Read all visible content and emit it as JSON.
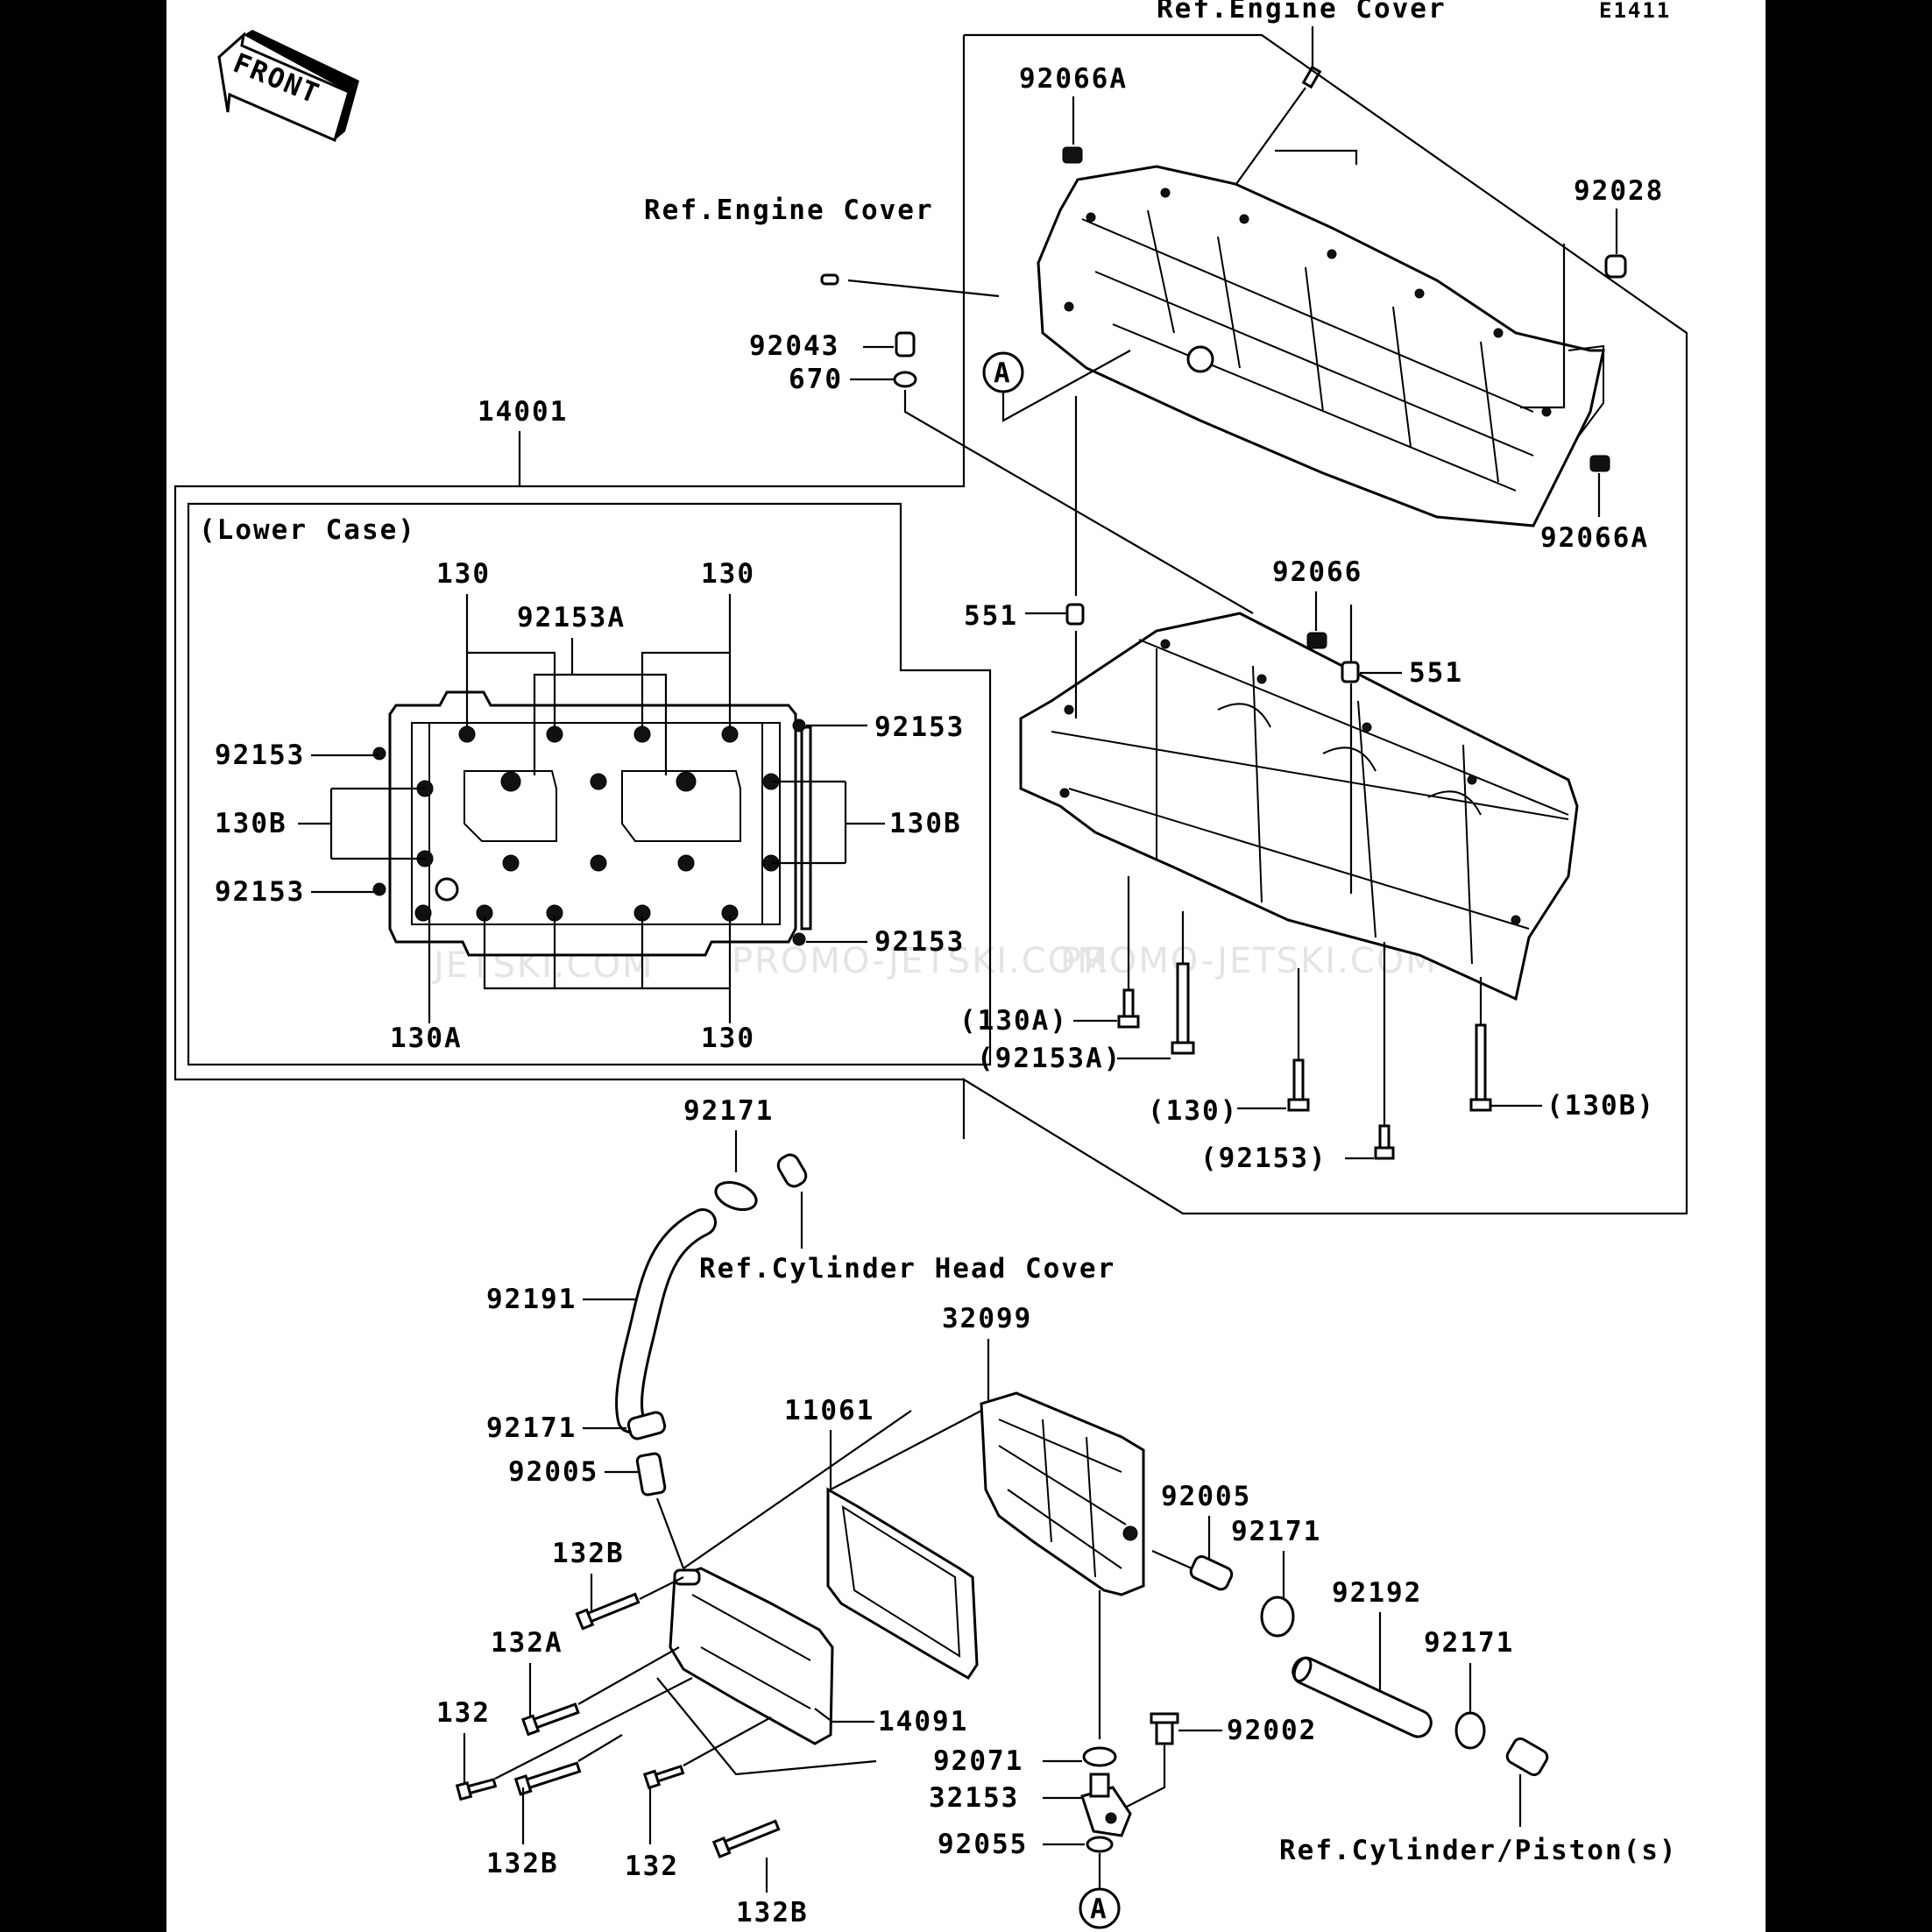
{
  "diagram_code": "E1411",
  "front_label": "FRONT",
  "watermark": [
    "JETSKI.COM",
    "PROMO-JETSKI.COM",
    "PROMO-JETSKI.COM"
  ],
  "refs": {
    "engine_cover_top": "Ref.Engine Cover",
    "engine_cover_side": "Ref.Engine Cover",
    "cylinder_head_cover": "Ref.Cylinder Head Cover",
    "cylinder_piston": "Ref.Cylinder/Piston(s)"
  },
  "lower_case_title": "(Lower Case)",
  "callout_a": "A",
  "parts": {
    "p92066A_top": "92066A",
    "p92028": "92028",
    "p92043": "92043",
    "p670": "670",
    "p14001": "14001",
    "p92066A_right": "92066A",
    "p92066": "92066",
    "p551_left": "551",
    "p551_right": "551",
    "lc_130_left": "130",
    "lc_130_right": "130",
    "lc_92153A": "92153A",
    "lc_92153_tr": "92153",
    "lc_92153_tl": "92153",
    "lc_130B_left": "130B",
    "lc_130B_right": "130B",
    "lc_92153_ml": "92153",
    "lc_92153_br": "92153",
    "lc_130A": "130A",
    "lc_130_bottom": "130",
    "b_130A": "(130A)",
    "b_92153A": "(92153A)",
    "b_130": "(130)",
    "b_130B": "(130B)",
    "b_92153": "(92153)",
    "p92171_top": "92171",
    "p92191": "92191",
    "p32099": "32099",
    "p11061": "11061",
    "p92171_mid": "92171",
    "p92005_left": "92005",
    "p92005_right": "92005",
    "p92171_right": "92171",
    "p92192": "92192",
    "p92171_far": "92171",
    "p132B_top": "132B",
    "p132A": "132A",
    "p132_left": "132",
    "p14091": "14091",
    "p92002": "92002",
    "p92071": "92071",
    "p32153": "32153",
    "p92055": "92055",
    "p132B_left": "132B",
    "p132_bottom": "132",
    "p132B_bottom": "132B"
  }
}
